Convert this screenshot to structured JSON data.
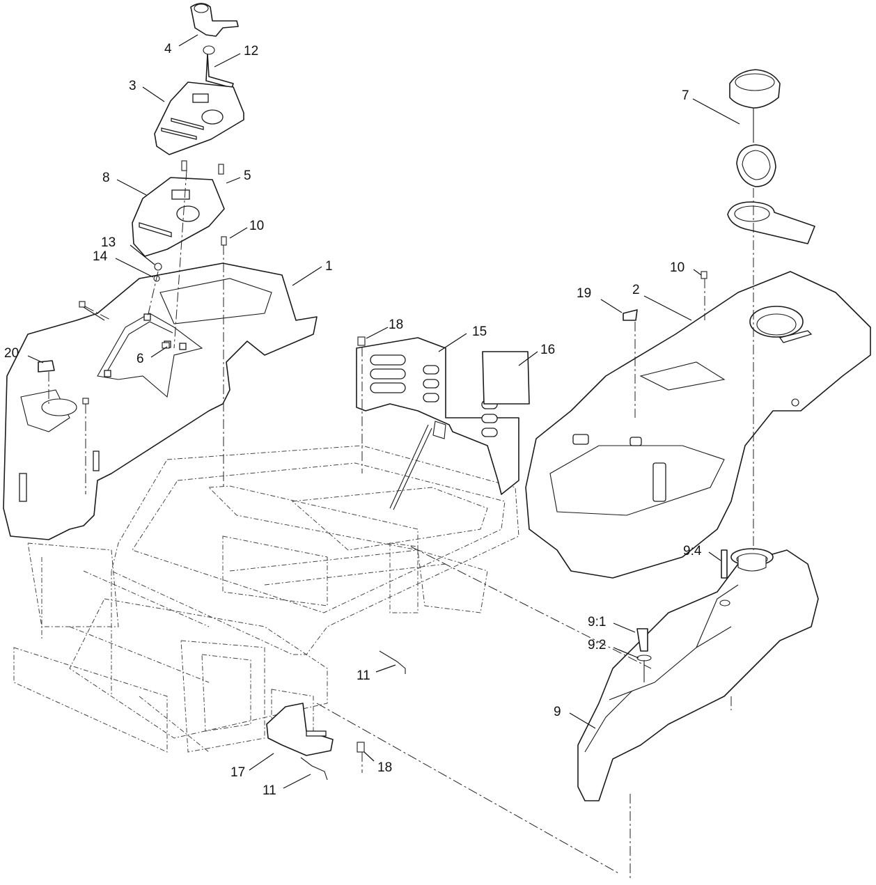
{
  "callouts": [
    {
      "id": "c4",
      "text": "4"
    },
    {
      "id": "c12",
      "text": "12"
    },
    {
      "id": "c3",
      "text": "3"
    },
    {
      "id": "c8",
      "text": "8"
    },
    {
      "id": "c5",
      "text": "5"
    },
    {
      "id": "c10a",
      "text": "10"
    },
    {
      "id": "c13",
      "text": "13"
    },
    {
      "id": "c14",
      "text": "14"
    },
    {
      "id": "c1",
      "text": "1"
    },
    {
      "id": "c20",
      "text": "20"
    },
    {
      "id": "c6",
      "text": "6"
    },
    {
      "id": "c18a",
      "text": "18"
    },
    {
      "id": "c15",
      "text": "15"
    },
    {
      "id": "c16",
      "text": "16"
    },
    {
      "id": "c7",
      "text": "7"
    },
    {
      "id": "c10b",
      "text": "10"
    },
    {
      "id": "c19",
      "text": "19"
    },
    {
      "id": "c2",
      "text": "2"
    },
    {
      "id": "c94",
      "text": "9:4"
    },
    {
      "id": "c91",
      "text": "9:1"
    },
    {
      "id": "c92",
      "text": "9:2"
    },
    {
      "id": "c11a",
      "text": "11"
    },
    {
      "id": "c9",
      "text": "9"
    },
    {
      "id": "c17",
      "text": "17"
    },
    {
      "id": "c18b",
      "text": "18"
    },
    {
      "id": "c11b",
      "text": "11"
    }
  ]
}
